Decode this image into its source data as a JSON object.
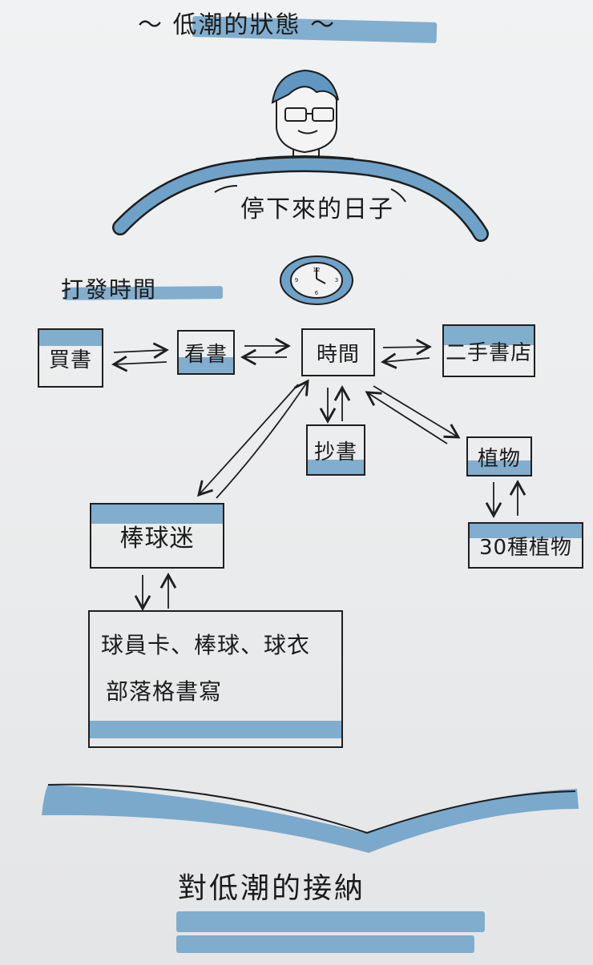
{
  "header": {
    "title": "～ 低潮的狀態 ～"
  },
  "person": {
    "banner": "停下來的日子"
  },
  "section": {
    "label": "打發時間"
  },
  "nodes": {
    "buy_books": "買書",
    "read_books": "看書",
    "time": "時間",
    "used_bookstore": "二手書店",
    "copy_books": "抄書",
    "plants": "植物",
    "thirty_plants": "30種植物",
    "baseball_fan": "棒球迷",
    "baseball_details_line1": "球員卡、棒球、球衣",
    "baseball_details_line2": "部落格書寫"
  },
  "footer": {
    "title": "對低潮的接納"
  },
  "colors": {
    "accent": "#6ea2c8",
    "ink": "#1e1e1e",
    "paper": "#eceded"
  }
}
